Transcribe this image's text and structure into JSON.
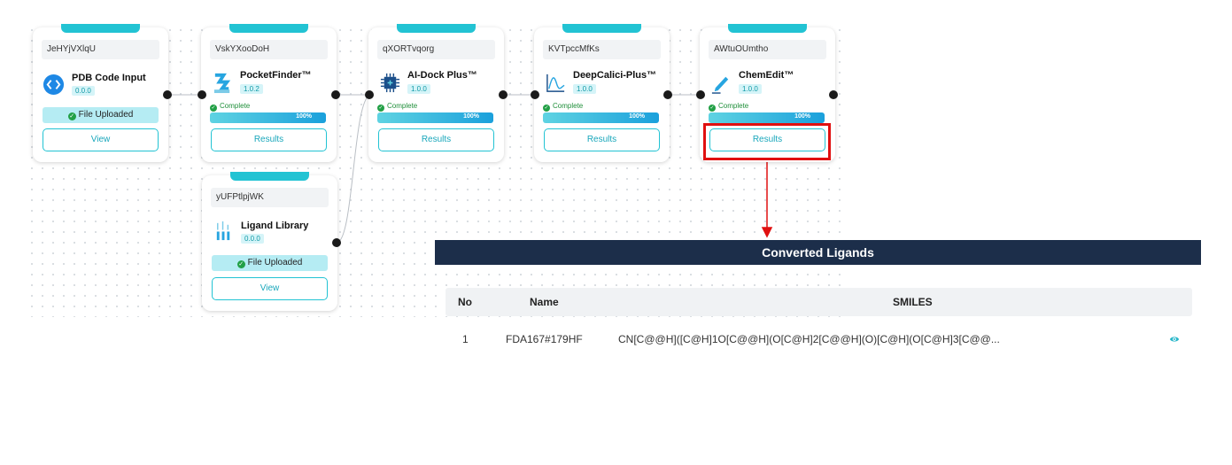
{
  "nodes": [
    {
      "id_label": "JeHYjVXlqU",
      "title": "PDB Code Input",
      "version": "0.0.0",
      "badge": "File Uploaded",
      "button": "View",
      "icon": "code-brackets-icon"
    },
    {
      "id_label": "VskYXooDoH",
      "title": "PocketFinder™",
      "version": "1.0.2",
      "status": "Complete",
      "progress_label": "100%",
      "progress": 1.0,
      "button": "Results",
      "icon": "pocket-finder-icon"
    },
    {
      "id_label": "qXORTvqorg",
      "title": "AI-Dock Plus™",
      "version": "1.0.0",
      "status": "Complete",
      "progress_label": "100%",
      "progress": 1.0,
      "button": "Results",
      "icon": "chip-icon"
    },
    {
      "id_label": "KVTpccMfKs",
      "title": "DeepCalici-Plus™",
      "version": "1.0.0",
      "status": "Complete",
      "progress_label": "100%",
      "progress": 1.0,
      "button": "Results",
      "icon": "line-chart-icon"
    },
    {
      "id_label": "AWtuOUmtho",
      "title": "ChemEdit™",
      "version": "1.0.0",
      "status": "Complete",
      "progress_label": "100%",
      "progress": 1.0,
      "button": "Results",
      "icon": "pencil-icon"
    },
    {
      "id_label": "yUFPtlpjWK",
      "title": "Ligand Library",
      "version": "0.0.0",
      "badge": "File Uploaded",
      "button": "View",
      "icon": "test-tubes-icon"
    }
  ],
  "results_panel": {
    "title": "Converted Ligands",
    "columns": [
      "No",
      "Name",
      "SMILES"
    ],
    "rows": [
      {
        "no": "1",
        "name": "FDA167#179HF",
        "smiles": "CN[C@@H]([C@H]1O[C@@H](O[C@H]2[C@@H](O)[C@H](O[C@H]3[C@@..."
      }
    ]
  },
  "colors": {
    "accent": "#22c3d3",
    "header": "#1c2e4a",
    "highlight": "#e01010",
    "success": "#22a046"
  }
}
